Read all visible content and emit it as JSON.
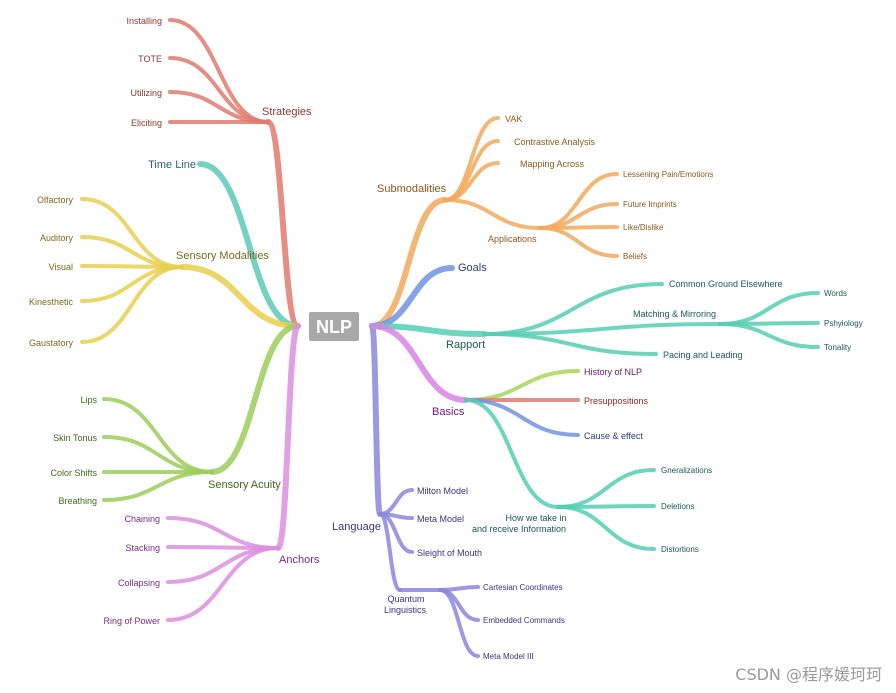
{
  "root": "NLP",
  "colors": {
    "strategies": "#e07a6e",
    "timeline": "#5cc9b8",
    "sensory": "#e8cf4c",
    "acuity": "#9ccc5c",
    "anchors": "#dc8ee0",
    "language": "#8c86dc",
    "submodalities": "#f2a95c",
    "goals": "#6e94e0",
    "rapport": "#55cfb4",
    "basics": "#d883e6"
  },
  "branches": {
    "strategies": {
      "label": "Strategies",
      "children": [
        "Installing",
        "TOTE",
        "Utilizing",
        "Eliciting"
      ]
    },
    "timeline": {
      "label": "Time Line"
    },
    "sensory": {
      "label": "Sensory Modalities",
      "children": [
        "Olfactory",
        "Auditory",
        "Visual",
        "Kinesthetic",
        "Gaustatory"
      ]
    },
    "acuity": {
      "label": "Sensory Acuity",
      "children": [
        "Lips",
        "Skin Tonus",
        "Color Shifts",
        "Breathing"
      ]
    },
    "anchors": {
      "label": "Anchors",
      "children": [
        "Chaining",
        "Stacking",
        "Collapsing",
        "Ring of Power"
      ]
    },
    "language": {
      "label": "Language",
      "children": [
        "Milton Model",
        "Meta Model",
        "Sleight of Mouth"
      ],
      "quantum": {
        "label_line1": "Quantum",
        "label_line2": "Linguistics",
        "children": [
          "Cartesian Coordinates",
          "Embedded Commands",
          "Meta Model III"
        ]
      }
    },
    "submodalities": {
      "label": "Submodalities",
      "children": [
        "VAK",
        "Contrastive Analysis",
        "Mapping Across"
      ],
      "applications": {
        "label": "Applications",
        "children": [
          "Lessening Pain/Emotions",
          "Future Imprints",
          "Like/Dislike",
          "Beliefs"
        ]
      }
    },
    "goals": {
      "label": "Goals"
    },
    "rapport": {
      "label": "Rapport",
      "children": [
        "Common Ground Elsewhere",
        "Pacing and Leading"
      ],
      "matching": {
        "label": "Matching & Mirroring",
        "children": [
          "Words",
          "Pshyiology",
          "Tonality"
        ]
      }
    },
    "basics": {
      "label": "Basics",
      "children": [
        "History of NLP",
        "Presuppositions",
        "Cause & effect"
      ],
      "child_colors": [
        "#a6d65a",
        "#e07a6e",
        "#6e94e0"
      ],
      "info": {
        "label_line1": "How we take in",
        "label_line2": "and receive Information",
        "children": [
          "Gneralizations",
          "Deletions",
          "Distortions"
        ]
      }
    }
  },
  "watermark": "CSDN @程序媛珂珂"
}
